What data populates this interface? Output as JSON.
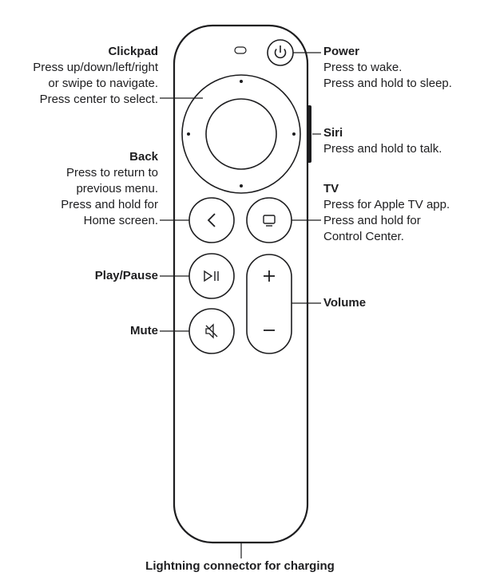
{
  "labels": {
    "clickpad": {
      "title": "Clickpad",
      "desc": [
        "Press up/down/left/right",
        "or swipe to navigate.",
        "Press center to select."
      ]
    },
    "back": {
      "title": "Back",
      "desc": [
        "Press to return to",
        "previous menu.",
        "Press and hold for",
        "Home screen."
      ]
    },
    "play_pause": {
      "title": "Play/Pause"
    },
    "mute": {
      "title": "Mute"
    },
    "power": {
      "title": "Power",
      "desc": [
        "Press to wake.",
        "Press and hold to sleep."
      ]
    },
    "siri": {
      "title": "Siri",
      "desc": [
        "Press and hold to talk."
      ]
    },
    "tv": {
      "title": "TV",
      "desc": [
        "Press for Apple TV app.",
        "Press and hold for",
        "Control Center."
      ]
    },
    "volume": {
      "title": "Volume"
    },
    "lightning": {
      "title": "Lightning connector for charging"
    }
  },
  "colors": {
    "stroke": "#1d1d1f",
    "background": "#ffffff"
  },
  "icons": [
    "power-icon",
    "back-chevron-icon",
    "tv-icon",
    "play-pause-icon",
    "mute-icon",
    "plus-icon",
    "minus-icon"
  ]
}
